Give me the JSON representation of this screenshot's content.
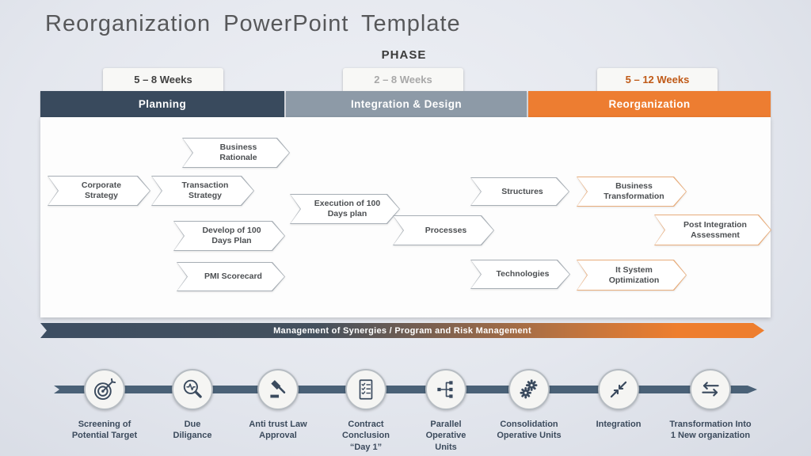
{
  "title": "Reorganization PowerPoint Template",
  "phase": {
    "label": "PHASE"
  },
  "badges": [
    {
      "label": "5 – 8 Weeks",
      "text_color": "#404040"
    },
    {
      "label": "2 – 8 Weeks",
      "text_color": "#a8a8a8"
    },
    {
      "label": "5 – 12 Weeks",
      "text_color": "#c05a17"
    }
  ],
  "phases": [
    {
      "label": "Planning",
      "color": "#394a5d"
    },
    {
      "label": "Integration & Design",
      "color": "#8d9aa7"
    },
    {
      "label": "Reorganization",
      "color": "#ed7d31"
    }
  ],
  "flow": [
    {
      "label": "Business Rationale",
      "accent": "gray"
    },
    {
      "label": "Corporate Strategy",
      "accent": "gray"
    },
    {
      "label": "Transaction Strategy",
      "accent": "gray"
    },
    {
      "label": "Execution of 100 Days plan",
      "accent": "gray"
    },
    {
      "label": "Develop of 100 Days Plan",
      "accent": "gray"
    },
    {
      "label": "Processes",
      "accent": "gray"
    },
    {
      "label": "PMI Scorecard",
      "accent": "gray"
    },
    {
      "label": "Structures",
      "accent": "gray"
    },
    {
      "label": "Business Transformation",
      "accent": "orange"
    },
    {
      "label": "Post Integration Assessment",
      "accent": "orange"
    },
    {
      "label": "Technologies",
      "accent": "gray"
    },
    {
      "label": "It System Optimization",
      "accent": "orange"
    }
  ],
  "banner": {
    "label": "Management of Synergies / Program and Risk Management",
    "gradient_from": "#3d4e62",
    "gradient_to": "#ee7e2e"
  },
  "timeline": [
    {
      "icon": "target-icon",
      "label": "Screening of Potential Target"
    },
    {
      "icon": "magnifier-pulse-icon",
      "label": "Due Diligance"
    },
    {
      "icon": "gavel-icon",
      "label": "Anti trust Law Approval"
    },
    {
      "icon": "contract-checklist-icon",
      "label": "Contract Conclusion “Day 1”"
    },
    {
      "icon": "org-structure-icon",
      "label": "Parallel Operative Units"
    },
    {
      "icon": "gears-icon",
      "label": "Consolidation Operative Units"
    },
    {
      "icon": "converging-arrows-icon",
      "label": "Integration"
    },
    {
      "icon": "swap-arrows-icon",
      "label": "Transformation Into 1 New organization"
    }
  ],
  "colors": {
    "slate": "#394a5d",
    "gray_header": "#8d9aa7",
    "orange": "#ed7d31",
    "arrow_border_gray": "#a7aeb5",
    "arrow_border_orange": "#e8ad7c",
    "timeline_bar": "#4a6177",
    "icon_color": "#3a4a5e"
  }
}
